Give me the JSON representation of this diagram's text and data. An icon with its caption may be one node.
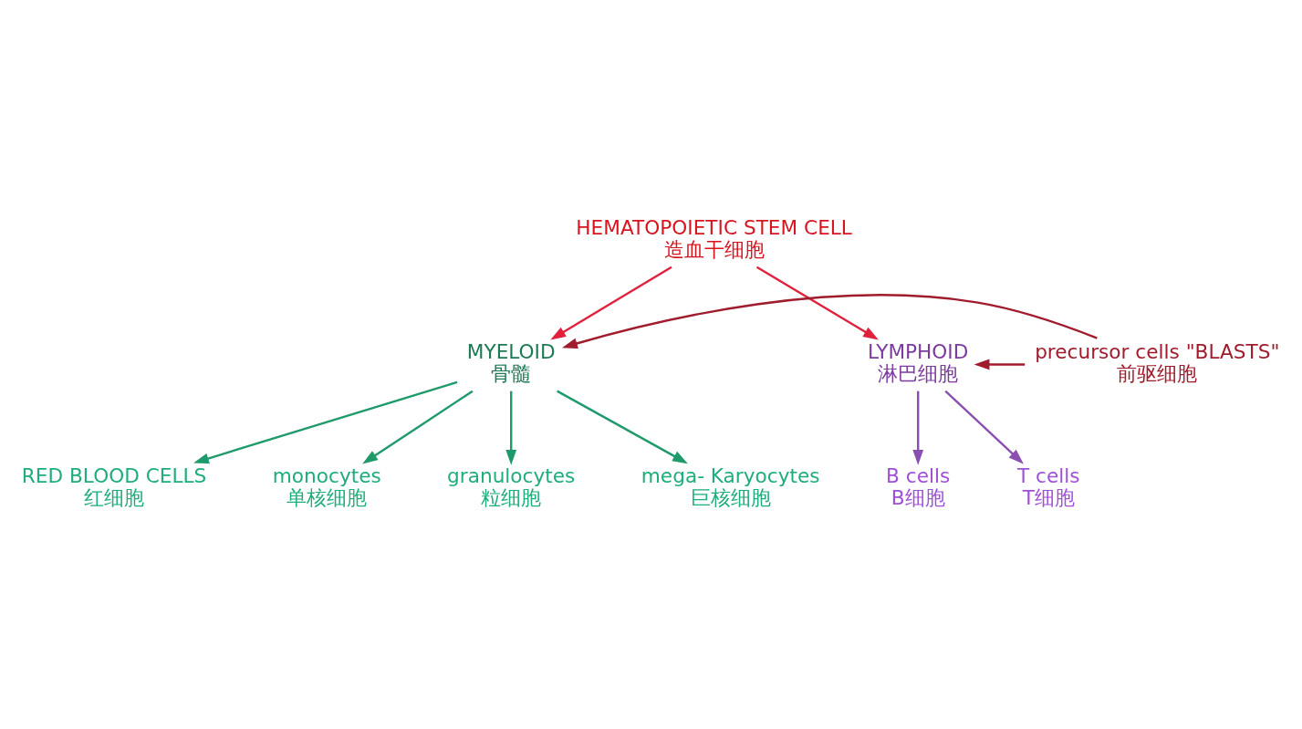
{
  "diagram": {
    "nodes": [
      {
        "text": [
          "HEMATOPOIETIC STEM CELL",
          "造血干细胞"
        ]
      },
      {
        "text": [
          "MYELOID",
          "骨髓"
        ]
      },
      {
        "text": [
          "precursor cells \"BLASTS\"",
          "前驱细胞"
        ]
      },
      {
        "text": [
          "LYMPHOID",
          "淋巴细胞"
        ]
      },
      {
        "text": [
          "RED BLOOD CELLS",
          "红细胞"
        ]
      },
      {
        "text": [
          "monocytes",
          "单核细胞"
        ]
      },
      {
        "text": [
          "granulocytes",
          "粒细胞"
        ]
      },
      {
        "text": [
          "mega- Karyocytes",
          "巨核细胞"
        ]
      },
      {
        "text": [
          "B cells",
          "B细胞"
        ]
      },
      {
        "text": [
          "T cells",
          "T细胞"
        ]
      }
    ],
    "edges": [
      {
        "from": 0,
        "to": 1,
        "arrow": "to",
        "color": "#e0203c"
      },
      {
        "from": 0,
        "to": 3,
        "arrow": "to",
        "color": "#e0203c"
      },
      {
        "from": 2,
        "to": 1,
        "arrow": "to",
        "color": "#a01c2c"
      },
      {
        "from": 2,
        "to": 3,
        "arrow": "to",
        "color": "#a01c2c"
      },
      {
        "from": 1,
        "to": 4,
        "arrow": "to"
      },
      {
        "from": 1,
        "to": 5,
        "arrow": "to"
      },
      {
        "from": 1,
        "to": 6,
        "arrow": "to"
      },
      {
        "from": 1,
        "to": 7,
        "arrow": "to"
      },
      {
        "from": 3,
        "to": 8,
        "arrow": "to",
        "color": "#8a4fb0"
      },
      {
        "from": 3,
        "to": 9,
        "arrow": "to",
        "color": "#8a4fb0"
      }
    ]
  }
}
